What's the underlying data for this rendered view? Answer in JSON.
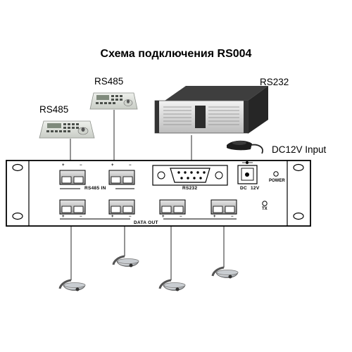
{
  "title": "Схема подключения RS004",
  "labels": {
    "rs485_left": "RS485",
    "rs485_top": "RS485",
    "rs232": "RS232",
    "dc_input": "DC12V Input"
  },
  "panel": {
    "rs485_in": "RS485  IN",
    "rs232_port": "RS232",
    "dc": "DC",
    "dc_volt": "12V",
    "power": "POWER",
    "tx": "TX",
    "data_out": "DATA OUT",
    "plus": "+",
    "minus": "−"
  }
}
